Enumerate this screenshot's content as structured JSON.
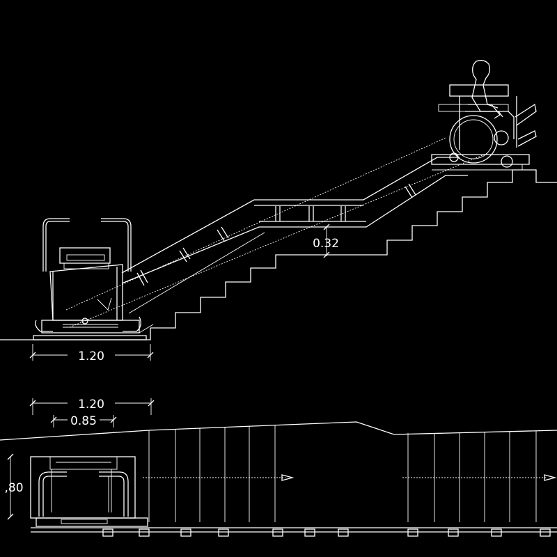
{
  "dimensions": {
    "elevation_platform_width": "1.20",
    "elevation_rail_clearance": "0.32",
    "plan_overall_width": "1.20",
    "plan_platform_width": "0.85",
    "plan_platform_depth": ",80"
  },
  "colors": {
    "background": "#000000",
    "linework": "#ffffff"
  },
  "icons": {
    "wheelchair_user": "wheelchair-user-figure",
    "stair_lift_platform": "platform-lift",
    "direction_arrow": "arrow-right"
  }
}
